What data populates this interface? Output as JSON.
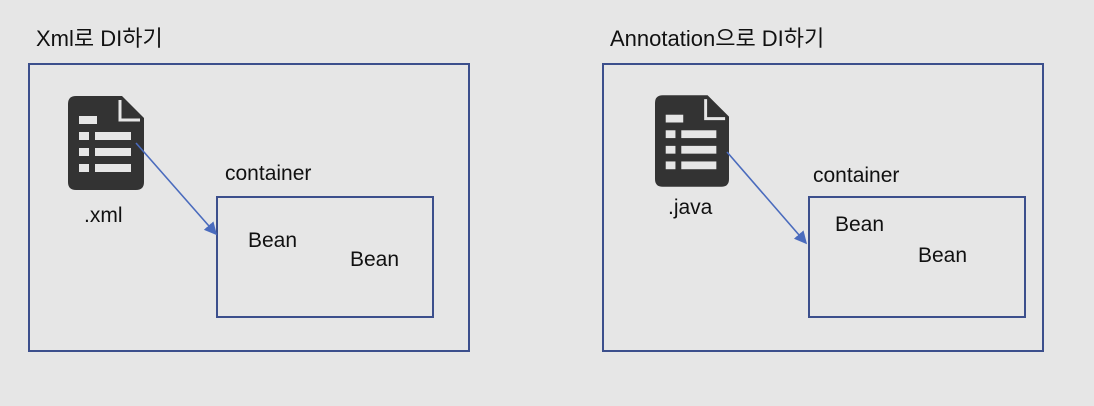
{
  "left": {
    "title": "Xml로 DI하기",
    "file_label": ".xml",
    "container_label": "container",
    "beans": [
      "Bean",
      "Bean"
    ],
    "file_icon": "document-list-icon"
  },
  "right": {
    "title": "Annotation으로 DI하기",
    "file_label": ".java",
    "container_label": "container",
    "beans": [
      "Bean",
      "Bean"
    ],
    "file_icon": "document-list-icon"
  },
  "colors": {
    "background": "#e6e6e6",
    "box_border": "#3c4f8c",
    "arrow": "#4a6bbd",
    "icon": "#333333"
  }
}
